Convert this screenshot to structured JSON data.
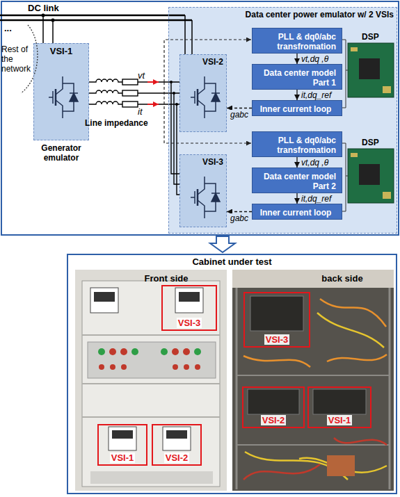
{
  "diagram": {
    "nodes": [
      {
        "text": [
          "VSI-1",
          "Generator emulator"
        ]
      },
      {
        "text": [
          "Data center power emulator w/ 2 VSIs"
        ]
      },
      {
        "text": [
          "VSI-2"
        ],
        "in": 1
      },
      {
        "text": [
          "PLL & dq0/abc transfromation"
        ],
        "in": 1
      },
      {
        "text": [
          "Data center model Part 1"
        ],
        "in": 1
      },
      {
        "text": [
          "Inner current loop"
        ],
        "in": 1
      },
      {
        "text": [
          "VSI-3"
        ],
        "in": 1
      },
      {
        "text": [
          "PLL & dq0/abc transfromation"
        ],
        "in": 1
      },
      {
        "text": [
          "Data center model Part 2"
        ],
        "in": 1
      },
      {
        "text": [
          "Inner current loop"
        ],
        "in": 1
      },
      {
        "text": [
          "Cabinet under test"
        ]
      },
      {
        "text": [
          "Front side"
        ],
        "in": 10
      },
      {
        "text": [
          "VSI-3"
        ],
        "in": 11
      },
      {
        "text": [
          "VSI-1"
        ],
        "in": 11
      },
      {
        "text": [
          "VSI-2"
        ],
        "in": 11
      },
      {
        "text": [
          "back side"
        ],
        "in": 10
      },
      {
        "text": [
          "VSI-3"
        ],
        "in": 15
      },
      {
        "text": [
          "VSI-2"
        ],
        "in": 15
      },
      {
        "text": [
          "VSI-1"
        ],
        "in": 15
      }
    ],
    "edges": [
      {
        "from": 3,
        "to": 4,
        "arrow": "to",
        "label": "vt,dq ,θ"
      },
      {
        "from": 4,
        "to": 5,
        "arrow": "to",
        "label": "it,dq_ref"
      },
      {
        "from": 5,
        "to": 2,
        "arrow": "to",
        "label": "gabc"
      },
      {
        "from": 7,
        "to": 8,
        "arrow": "to",
        "label": "vt,dq ,θ"
      },
      {
        "from": 8,
        "to": 9,
        "arrow": "to",
        "label": "it,dq_ref"
      },
      {
        "from": 9,
        "to": 6,
        "arrow": "to",
        "label": "gabc"
      }
    ],
    "labels": [
      "DC link",
      "...",
      "Rest of the network",
      "Line impedance",
      "vt",
      "it",
      "DSP",
      "DSP"
    ]
  }
}
